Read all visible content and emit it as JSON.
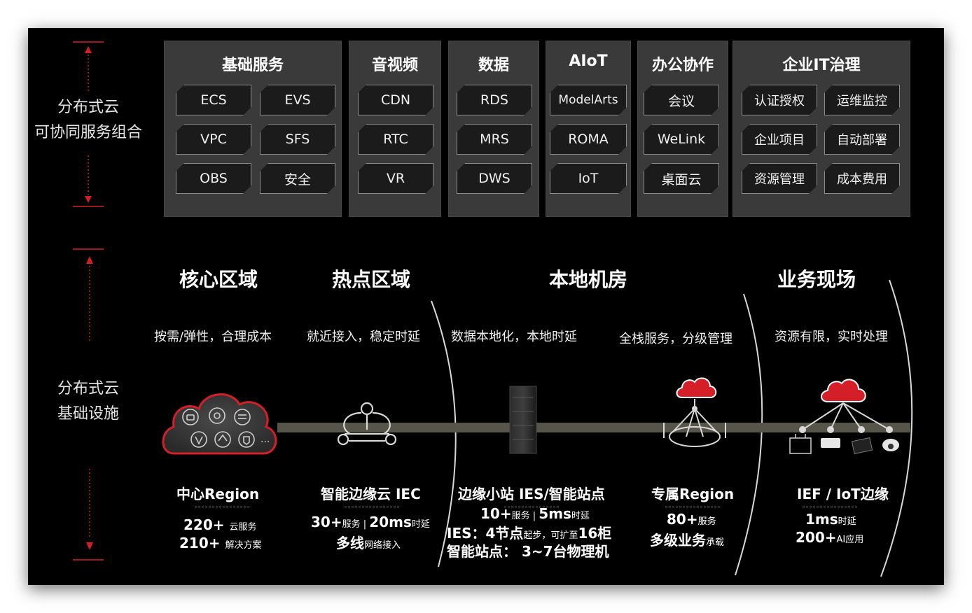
{
  "colors": {
    "accent_red": "#d41f28",
    "panel": "#3a3a3a",
    "chip_border": "#8c8c8c",
    "band": "#55554a"
  },
  "side_labels": {
    "top": [
      "分布式云",
      "可协同服务组合"
    ],
    "bottom": [
      "分布式云",
      "基础设施"
    ]
  },
  "service_groups": [
    {
      "title": "基础服务",
      "items": [
        "ECS",
        "EVS",
        "VPC",
        "SFS",
        "OBS",
        "安全"
      ]
    },
    {
      "title": "音视频",
      "items": [
        "CDN",
        "RTC",
        "VR"
      ]
    },
    {
      "title": "数据",
      "items": [
        "RDS",
        "MRS",
        "DWS"
      ]
    },
    {
      "title": "AIoT",
      "items": [
        "ModelArts",
        "ROMA",
        "IoT"
      ]
    },
    {
      "title": "办公协作",
      "items": [
        "会议",
        "WeLink",
        "桌面云"
      ]
    },
    {
      "title": "企业IT治理",
      "items": [
        "认证授权",
        "运维监控",
        "企业项目",
        "自动部署",
        "资源管理",
        "成本费用"
      ]
    }
  ],
  "zones": [
    {
      "title": "核心区域",
      "subtitle": "按需/弹性，合理成本"
    },
    {
      "title": "热点区域",
      "subtitle": "就近接入，稳定时延"
    },
    {
      "title": "本地机房",
      "subtitle_left": "数据本地化，本地时延",
      "subtitle_right": "全栈服务，分级管理"
    },
    {
      "title": "业务现场",
      "subtitle": "资源有限，实时处理"
    }
  ],
  "regions": {
    "center": {
      "name": "中心Region",
      "l1_num": "220+",
      "l1_unit": "云服务",
      "l2_num": "210+",
      "l2_unit": "解决方案"
    },
    "iec": {
      "name": "智能边缘云 IEC",
      "l1_a": "30+",
      "l1_b": "服务",
      "l1_sep": "|",
      "l1_c": "20ms",
      "l1_d": "时延",
      "l2_a": "多线",
      "l2_b": "网络接入"
    },
    "ies": {
      "name": "边缘小站 IES/智能站点",
      "l1_a": "10+",
      "l1_b": "服务",
      "l1_sep": "|",
      "l1_c": "5ms",
      "l1_d": "时延",
      "l2_a": "IES：4节点",
      "l2_b": "起步，可扩至",
      "l2_c": "16柜",
      "l3": "智能站点： 3~7台物理机"
    },
    "dedicated": {
      "name": "专属Region",
      "l1_a": "80+",
      "l1_b": "服务",
      "l2_a": "多级业务",
      "l2_b": "承载"
    },
    "ief": {
      "name": "IEF / IoT边缘",
      "l1_a": "1ms",
      "l1_b": "时延",
      "l2_a": "200+",
      "l2_b": "AI应用"
    }
  },
  "cloud_more": "..."
}
